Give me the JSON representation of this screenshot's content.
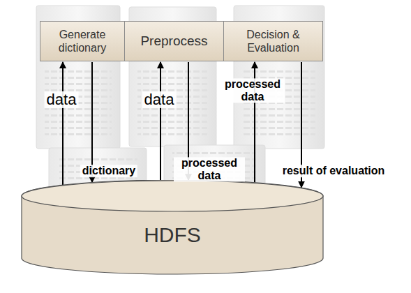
{
  "diagram": {
    "nodes": [
      {
        "text": [
          "Generate dictionary"
        ]
      },
      {
        "text": [
          "Preprocess"
        ]
      },
      {
        "text": [
          "Decision & Evaluation"
        ]
      },
      {
        "text": [
          "HDFS"
        ]
      }
    ],
    "edges": [
      {
        "from": 3,
        "to": 0,
        "label": "data",
        "arrow": "to"
      },
      {
        "from": 0,
        "to": 3,
        "label": "dictionary",
        "arrow": "to"
      },
      {
        "from": 3,
        "to": 1,
        "label": "data",
        "arrow": "to"
      },
      {
        "from": 1,
        "to": 3,
        "label": "processed data",
        "arrow": "to"
      },
      {
        "from": 3,
        "to": 2,
        "label": "processed data",
        "arrow": "to"
      },
      {
        "from": 2,
        "to": 3,
        "label": "result of evaluation",
        "arrow": "to"
      }
    ]
  }
}
